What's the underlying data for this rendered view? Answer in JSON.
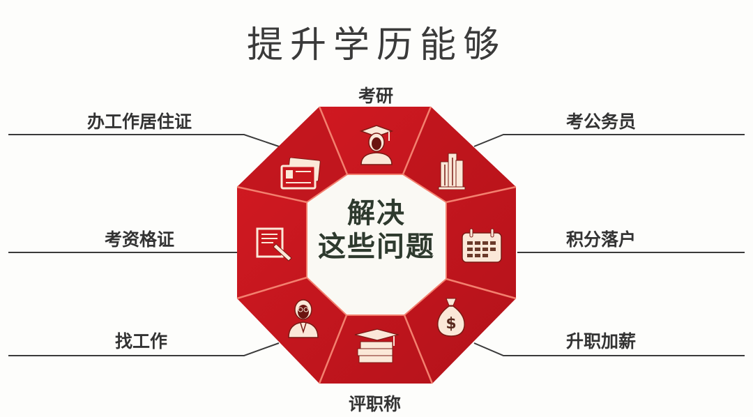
{
  "title": "提升学历能够",
  "center": {
    "line1": "解决",
    "line2": "这些问题"
  },
  "segments": [
    {
      "label": "考研",
      "icon": "graduate-icon",
      "position": "top"
    },
    {
      "label": "考公务员",
      "icon": "buildings-icon",
      "position": "top-right"
    },
    {
      "label": "积分落户",
      "icon": "calendar-icon",
      "position": "right"
    },
    {
      "label": "升职加薪",
      "icon": "money-bag-icon",
      "position": "bottom-right"
    },
    {
      "label": "评职称",
      "icon": "books-cap-icon",
      "position": "bottom"
    },
    {
      "label": "找工作",
      "icon": "businessman-icon",
      "position": "bottom-left"
    },
    {
      "label": "考资格证",
      "icon": "certificate-pen-icon",
      "position": "left"
    },
    {
      "label": "办工作居住证",
      "icon": "id-card-icon",
      "position": "top-left"
    }
  ],
  "colors": {
    "segment_red": "#c8161d",
    "segment_dark": "#a50f15",
    "divider": "#f07a6a",
    "icon_fill": "#fbe8d8",
    "line": "#333333",
    "title_text": "#3a3a3a"
  }
}
